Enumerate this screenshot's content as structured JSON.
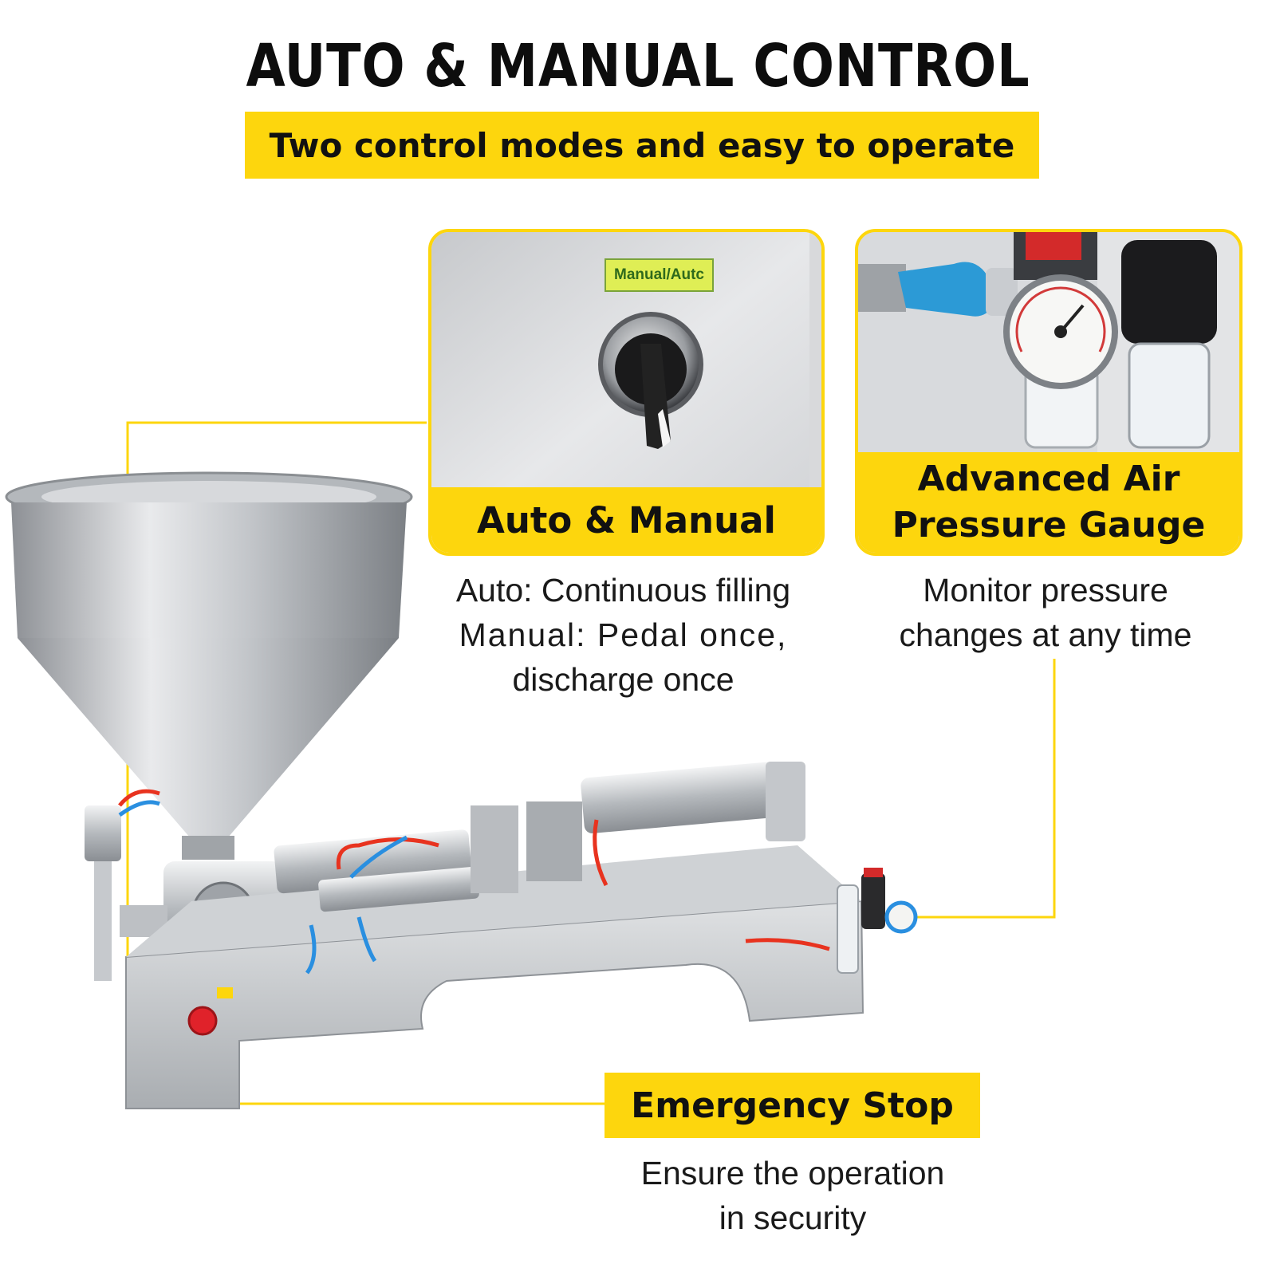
{
  "header": {
    "title": "AUTO & MANUAL CONTROL",
    "subtitle": "Two control modes and easy to operate"
  },
  "features": {
    "auto_manual": {
      "switch_label": "Manual/Autc",
      "label": "Auto & Manual",
      "desc_line1": "Auto: Continuous filling",
      "desc_line2": "Manual: Pedal once,",
      "desc_line3": "discharge once"
    },
    "gauge": {
      "label_line1": "Advanced Air",
      "label_line2": "Pressure Gauge",
      "desc_line1": "Monitor pressure",
      "desc_line2": "changes at any time"
    },
    "emergency": {
      "label": "Emergency Stop",
      "desc_line1": "Ensure the operation",
      "desc_line2": "in security"
    }
  },
  "colors": {
    "accent": "#fdd60d",
    "steel": "#c9ccd0",
    "stop_button": "#e0222a",
    "hose_red": "#e8331f",
    "hose_blue": "#2a8fe0"
  }
}
